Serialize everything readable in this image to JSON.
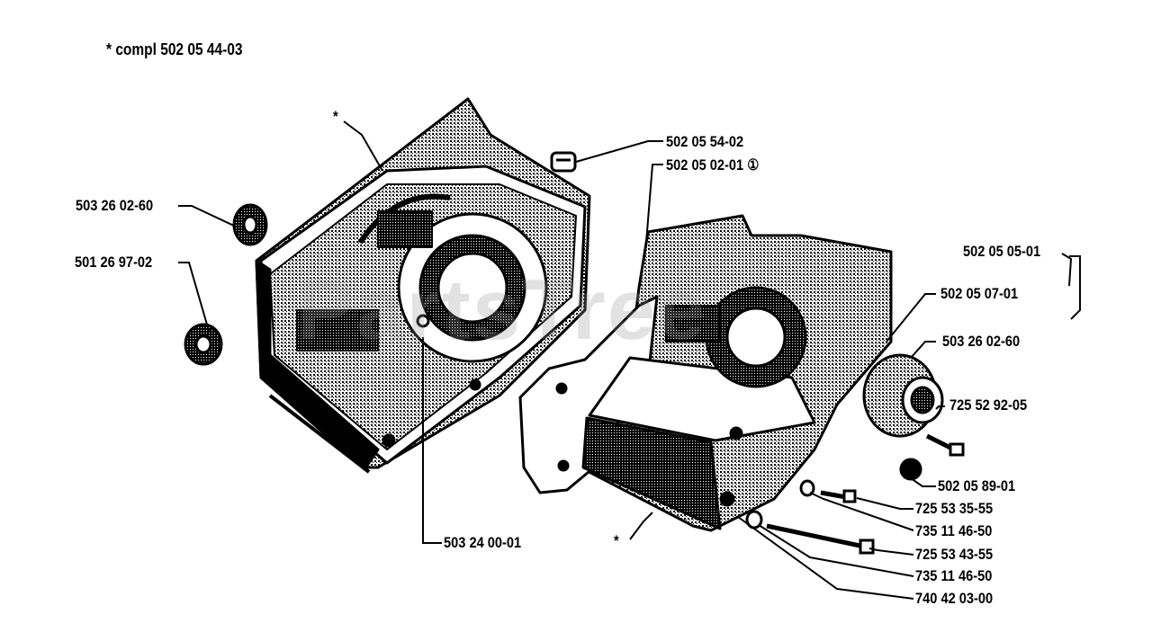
{
  "header": {
    "text": "*  compl 502 05 44-03"
  },
  "watermark": "PartsTree",
  "callouts": {
    "c1": "502 05 54-02",
    "c2": "502 05 02-01 ①",
    "c3": "503 26 02-60",
    "c4": "501 26 97-02",
    "c5": "502 05 05-01",
    "c6": "502 05 07-01",
    "c7": "503 26 02-60",
    "c8": "725 52 92-05",
    "c9": "502 05 89-01",
    "c10": "725 53 35-55",
    "c11": "735 11 46-50",
    "c12": "725 53 43-55",
    "c13": "735 11 46-50",
    "c14": "740 42 03-00",
    "c15": "503 24 00-01"
  },
  "markers": {
    "star_top": "*",
    "star_bottom": "*"
  },
  "colors": {
    "ink": "#000000",
    "paper": "#ffffff",
    "watermark": "#969696"
  }
}
